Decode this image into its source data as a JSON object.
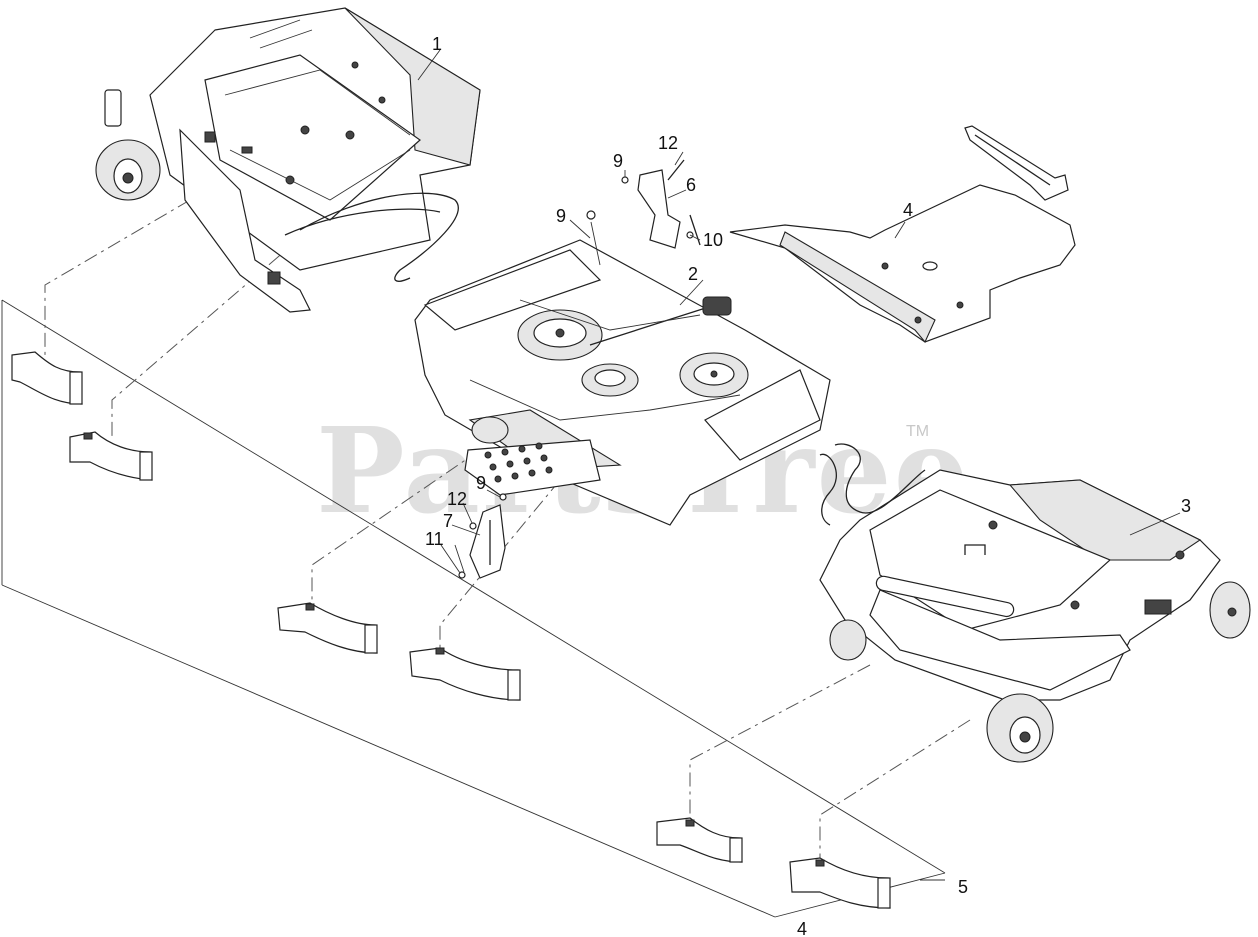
{
  "watermark": {
    "text": "PartsTree",
    "trademark": "TM"
  },
  "callouts": {
    "c1": "1",
    "c2": "2",
    "c3": "3",
    "c4a": "4",
    "c4b": "4",
    "c5": "5",
    "c6": "6",
    "c7": "7",
    "c9a": "9",
    "c9b": "9",
    "c9c": "9",
    "c10": "10",
    "c11": "11",
    "c12a": "12",
    "c12b": "12"
  }
}
